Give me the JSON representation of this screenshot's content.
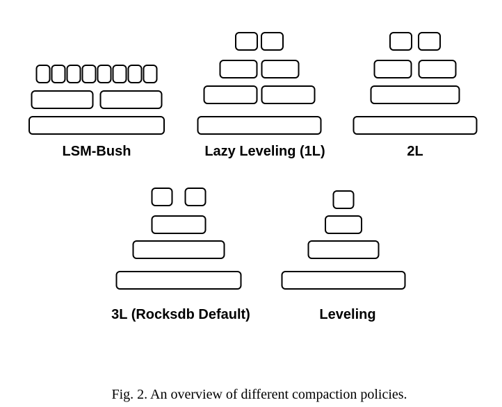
{
  "policies": [
    {
      "label": "LSM-Bush",
      "levels": [
        {
          "runs": 8
        },
        {
          "runs": 2
        },
        {
          "runs": 1
        }
      ]
    },
    {
      "label": "Lazy Leveling (1L)",
      "levels": [
        {
          "runs": 2
        },
        {
          "runs": 2
        },
        {
          "runs": 2
        },
        {
          "runs": 1
        }
      ]
    },
    {
      "label": "2L",
      "levels": [
        {
          "runs": 2
        },
        {
          "runs": 2
        },
        {
          "runs": 1
        },
        {
          "runs": 1
        }
      ]
    },
    {
      "label": "3L (Rocksdb Default)",
      "levels": [
        {
          "runs": 2
        },
        {
          "runs": 1
        },
        {
          "runs": 1
        },
        {
          "runs": 1
        }
      ]
    },
    {
      "label": "Leveling",
      "levels": [
        {
          "runs": 1
        },
        {
          "runs": 1
        },
        {
          "runs": 1
        },
        {
          "runs": 1
        }
      ]
    }
  ],
  "caption": "Fig. 2.  An overview of different compaction policies."
}
